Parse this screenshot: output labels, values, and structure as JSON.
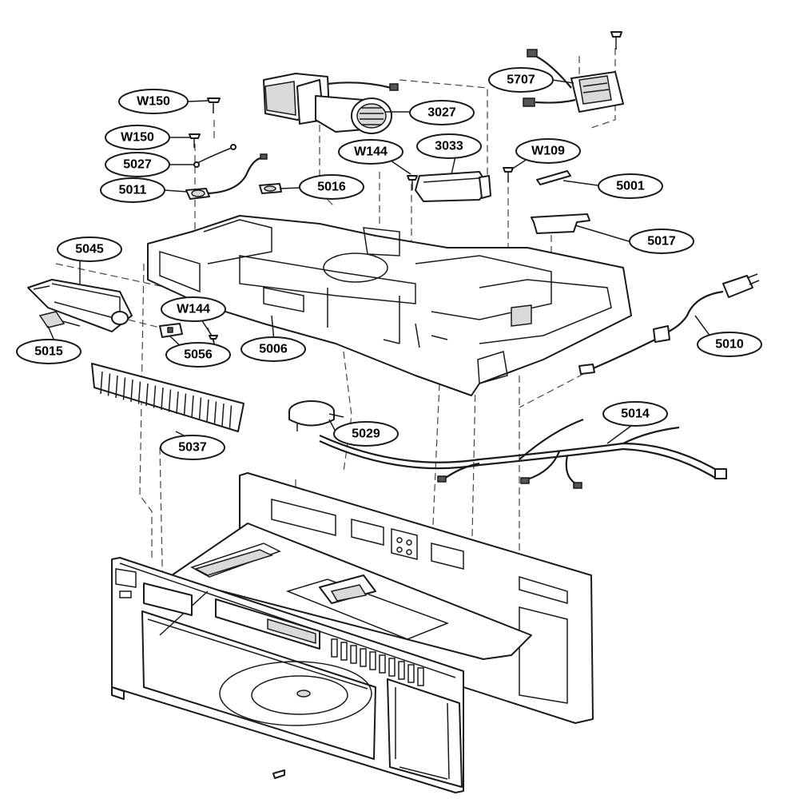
{
  "callouts": {
    "w150_top": "W150",
    "w150_mid": "W150",
    "c5027": "5027",
    "c5011": "5011",
    "c5016": "5016",
    "c3027": "3027",
    "c5707": "5707",
    "w144_top": "W144",
    "c3033": "3033",
    "w109": "W109",
    "c5001": "5001",
    "c5017": "5017",
    "c5045": "5045",
    "w144_left": "W144",
    "c5015": "5015",
    "c5056": "5056",
    "c5006": "5006",
    "c5010": "5010",
    "c5037": "5037",
    "c5029": "5029",
    "c5014": "5014"
  }
}
